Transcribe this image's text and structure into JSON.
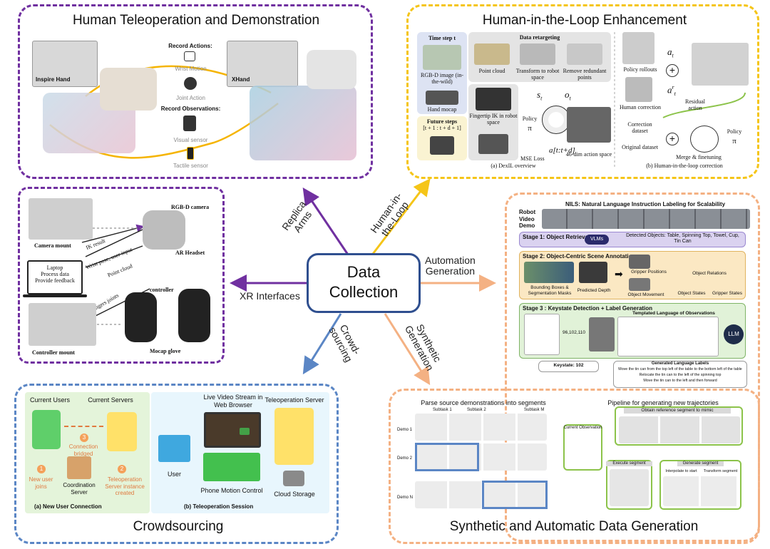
{
  "colors": {
    "purple": "#7030a0",
    "yellow": "#f5c518",
    "orange": "#f4b183",
    "blue": "#5b86c5",
    "center_border": "#2f4f8f"
  },
  "center": {
    "label_line1": "Data",
    "label_line2": "Collection"
  },
  "arrows": {
    "replica": {
      "line1": "Replica",
      "line2": "Arms"
    },
    "hitl": {
      "line1": "Human-in-",
      "line2": "the-Loop"
    },
    "automation": {
      "line1": "Automation",
      "line2": "Generation"
    },
    "xr": "XR Interfaces",
    "crowd": {
      "line1": "Crowd-",
      "line2": "sourcing"
    },
    "synthetic": {
      "line1": "Synthetic",
      "line2": "Generation"
    }
  },
  "teleop": {
    "title": "Human Teleoperation and Demonstration",
    "inspire": "Inspire Hand",
    "xhand": "XHand",
    "record_actions": "Record Actions:",
    "wrist_motion": "Wrist Motion",
    "joint_action": "Joint Action",
    "record_obs": "Record Observations:",
    "visual_sensor": "Visual sensor",
    "tactile_sensor": "Tactile sensor"
  },
  "xr": {
    "camera_mount": "Camera mount",
    "controller_mount": "Controller mount",
    "rgbd": "RGB-D camera",
    "ar_headset": "AR Headset",
    "ik_result": "IK result",
    "wrist_pose": "Wrist pose, user input",
    "point_cloud": "Point cloud",
    "laptop1": "Laptop",
    "laptop2": "Process data",
    "laptop3": "Provide feedback",
    "fingers_joints": "Fingers joints",
    "controller": "controller",
    "mocap": "Mocap glove"
  },
  "hitl": {
    "title": "Human-in-the-Loop Enhancement",
    "timestep": "Time step t",
    "rgbd_img": "RGB-D image (in-the-wild)",
    "hand_mocap": "Hand mocap",
    "future": "Future steps",
    "future_range": "[t + 1 : t + d + 1]",
    "retarget": "Data retargeting",
    "point_cloud": "Point cloud",
    "transform": "Transform to robot space",
    "remove": "Remove redundant points",
    "fingertip": "Fingertip IK in robot space",
    "st": "s",
    "ot": "o",
    "policy": "Policy",
    "pi": "π",
    "mse": "MSE Loss",
    "a_range": "a[t:t+d]",
    "action_space": "46-dim action space",
    "cap_a": "(a) DexIL overview",
    "rollouts": "Policy rollouts",
    "human_corr": "Human correction",
    "residual": "Residual action",
    "at": "a",
    "corr_ds": "Correction dataset",
    "orig_ds": "Original dataset",
    "merge": "Merge & finetuning",
    "policy2": "Policy",
    "cap_b": "(b) Human-in-the-loop correction"
  },
  "nils": {
    "title": "NILS: Natural Language Instruction Labeling for Scalability",
    "robot_demo": "Robot Video Demo",
    "stage1": "Stage 1: Object Retrieval",
    "vlms": "VLMs",
    "detected": "Detected Objects: Table, Spinning Top, Towel, Cup, Tin Can",
    "stage2": "Stage 2: Object-Centric Scene Annotation",
    "bbox": "Bounding Boxes & Segmentation Masks",
    "depth": "Predicted Depth",
    "gripper_pos": "Gripper Positions",
    "obj_move": "Object Movement",
    "obj_rel": "Object Relations",
    "obj_states": "Object States",
    "grip_states": "Gripper States",
    "stage3": "Stage 3 : Keystate Detection + Label Generation",
    "templated": "Templated Language of Observations",
    "keystates": "96,102,110",
    "keystate": "Keystate: 102",
    "llm": "LLM",
    "gen_labels": "Generated Language Labels",
    "label1": "Move the tin can from the top left of the table to the bottom left of the table",
    "label2": "Relocate the tin can to the left of the spinning top",
    "label3": "Move the tin can to the left and then forward"
  },
  "crowd": {
    "title": "Crowdsourcing",
    "current_users": "Current Users",
    "current_servers": "Current Servers",
    "conn_bridged": "Connection bridged",
    "new_user": "New user joins",
    "coord": "Coordination Server",
    "inst_created": "Teleoperation Server instance created",
    "cap_a": "(a) New User Connection",
    "live": "Live Video Stream in Web Browser",
    "teleop_server": "Teleoperation Server",
    "user": "User",
    "phone_motion": "Phone Motion Control",
    "cloud": "Cloud Storage",
    "cap_b": "(b) Teleoperation Session",
    "n1": "1",
    "n2": "2",
    "n3": "3"
  },
  "synth": {
    "title": "Synthetic and Automatic Data Generation",
    "parse": "Parse source demonstrations into segments",
    "pipeline": "Pipeline for generating new trajectories",
    "subtask1": "Subtask 1",
    "subtask2": "Subtask 2",
    "subtaskm": "Subtask M",
    "demo1": "Demo 1",
    "demo2": "Demo 2",
    "demon": "Demo N",
    "obtain": "Obtain reference segment to mimic",
    "current_obs": "Current Observation",
    "execute": "Execute segment",
    "generate": "Generate segment",
    "interp": "Interpolate to start",
    "transform": "Transform segment"
  }
}
